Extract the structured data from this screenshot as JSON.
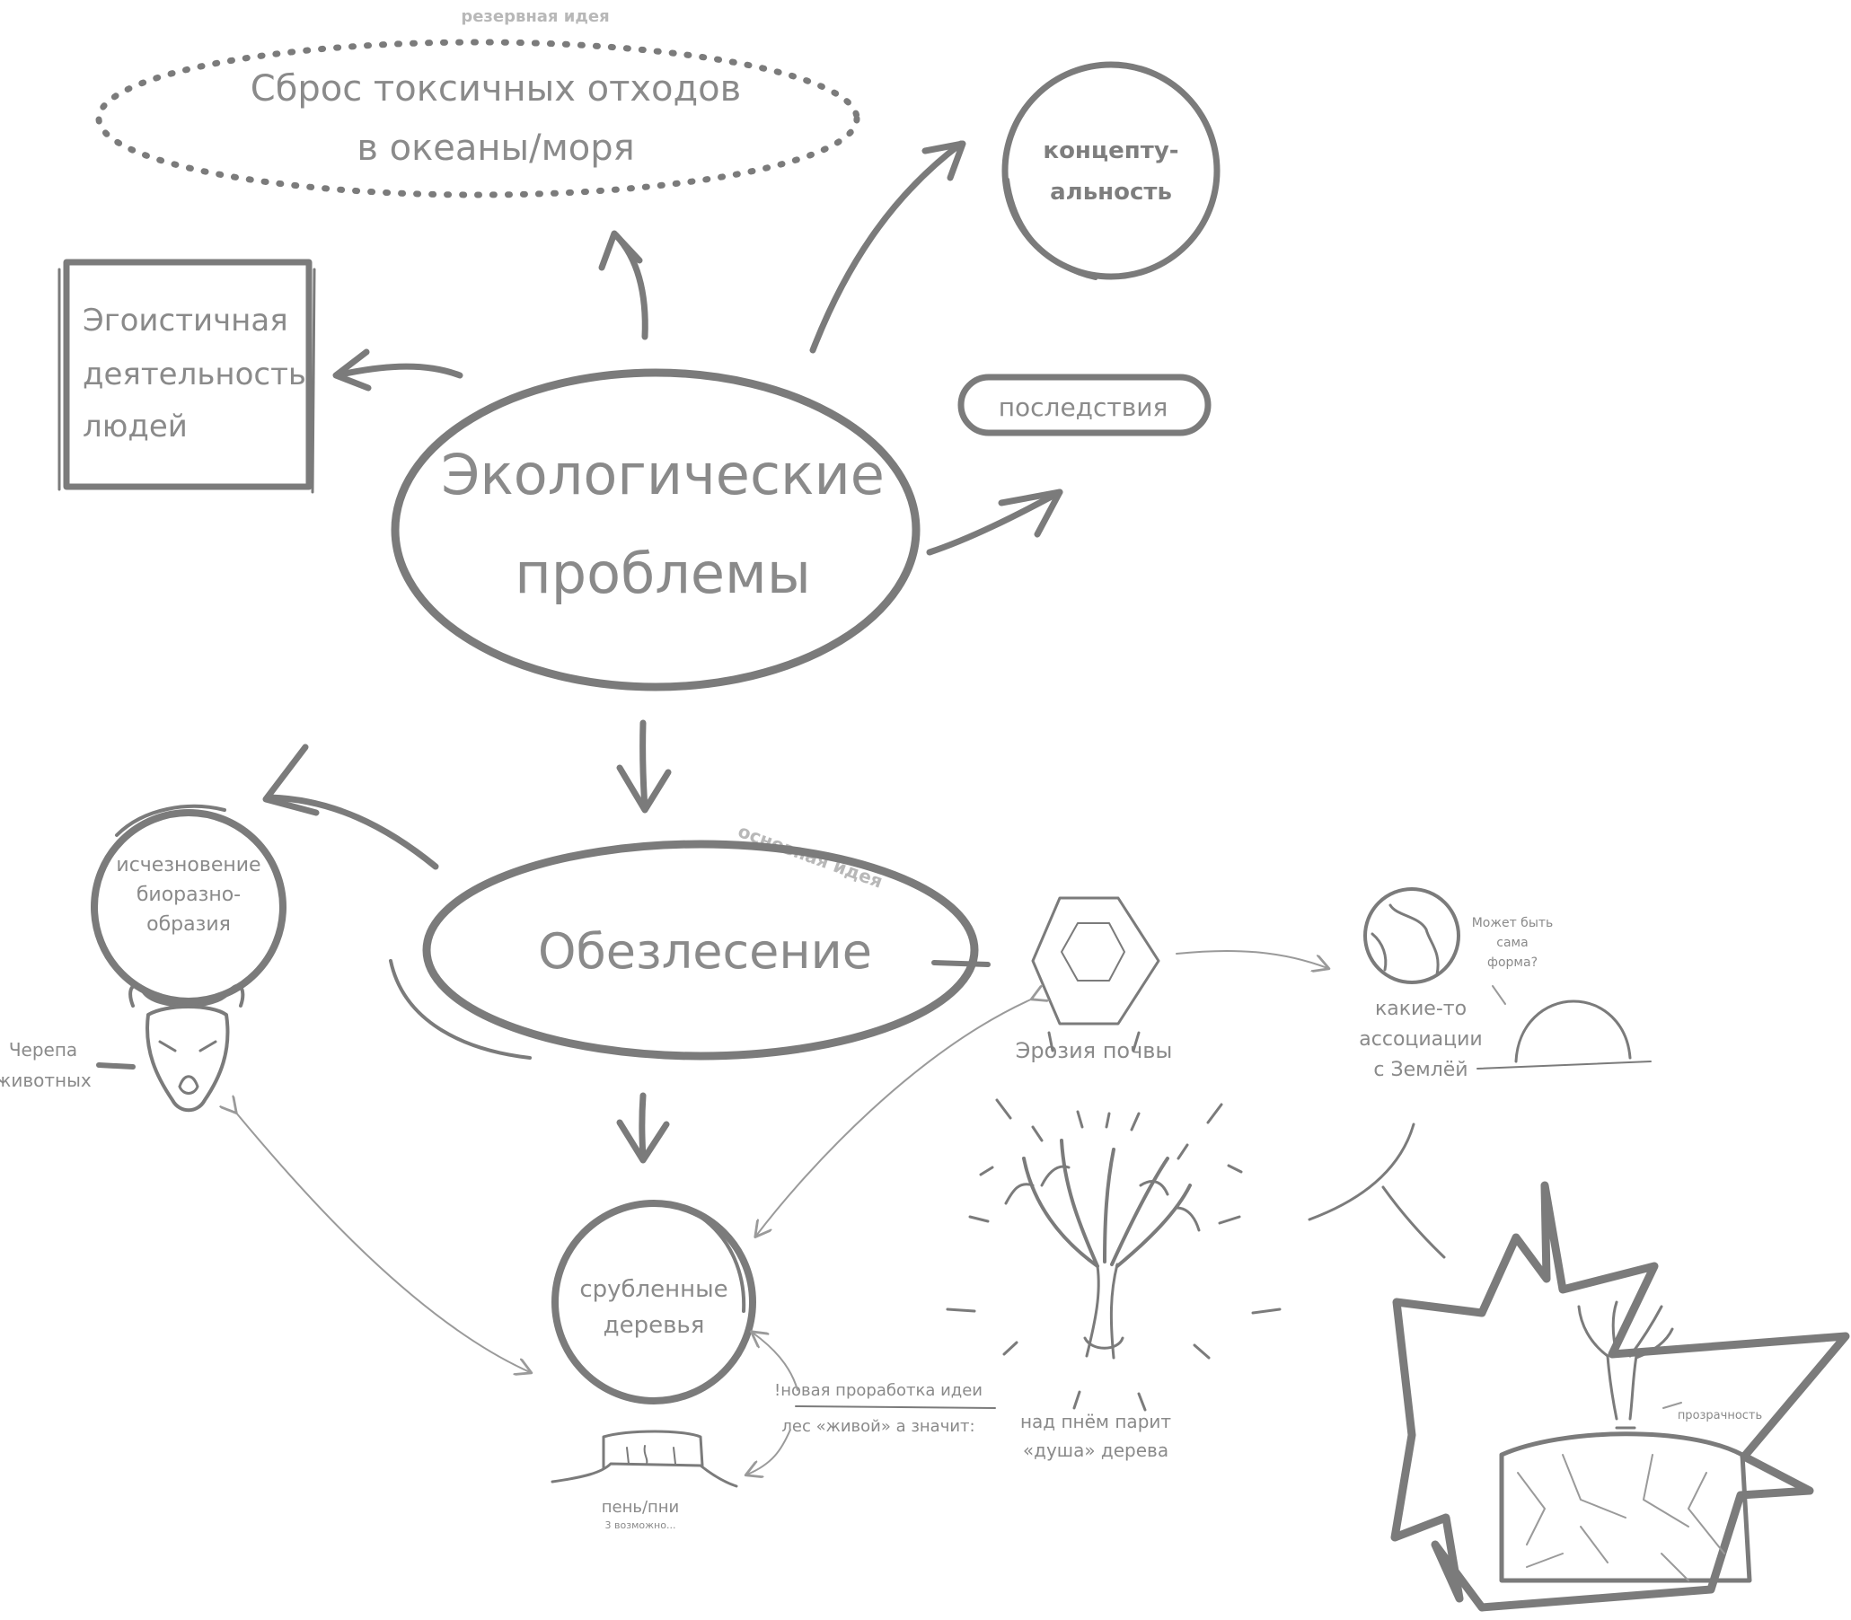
{
  "notes": {
    "reserve_idea": "резервная идея",
    "main_idea": "основная идея"
  },
  "nodes": {
    "toxic_waste": [
      "Сброс токсичных отходов",
      "в океаны/моря"
    ],
    "conceptuality": [
      "концепту-",
      "альность"
    ],
    "selfish_activity": [
      "Эгоистичная",
      "деятельность",
      "людей"
    ],
    "consequences": "последствия",
    "eco_problems": [
      "Экологические",
      "проблемы"
    ],
    "deforestation": "Обезлесение",
    "biodiversity": [
      "исчезновение",
      "биоразно-",
      "образия"
    ],
    "skulls": [
      "Черепа",
      "животных"
    ],
    "soil_erosion": "Эрозия почвы",
    "earth_assoc": [
      "какие-то",
      "ассоциации",
      "с Землёй"
    ],
    "maybe_form": [
      "Может быть",
      "сама",
      "форма?"
    ],
    "felled_trees": [
      "срубленные",
      "деревья"
    ],
    "new_idea": [
      "!новая проработка идеи",
      "лес «живой» а значит:"
    ],
    "soul": [
      "над пнём парит",
      "«душа» дерева"
    ],
    "stump": "пень/пни",
    "stump_note": "3 возможно...",
    "transparency": "прозрачность"
  },
  "colors": {
    "stroke": "#7b7b7b",
    "text": "#8a8a8a",
    "light": "#b5b5b5"
  }
}
